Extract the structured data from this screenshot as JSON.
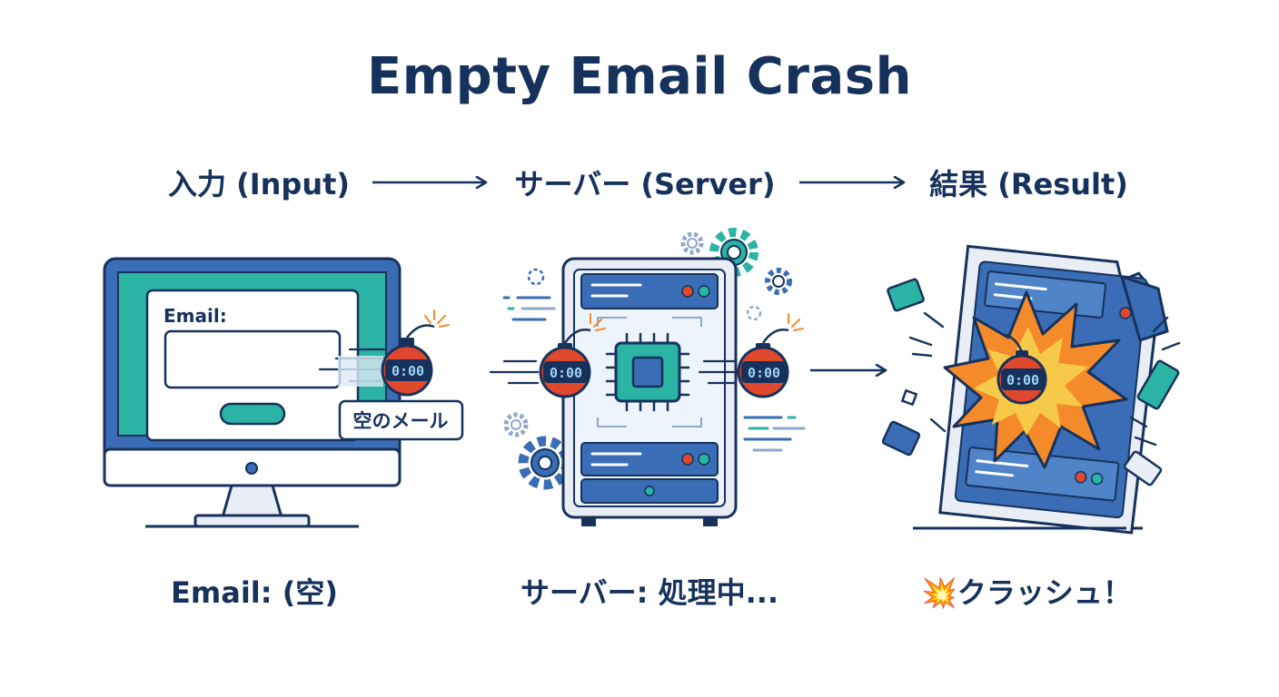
{
  "title": "Empty Email Crash",
  "stages": {
    "input": {
      "label": "入力 (Input)",
      "caption": "Email: (空)"
    },
    "server": {
      "label": "サーバー (Server)",
      "caption": "サーバー: 処理中..."
    },
    "result": {
      "label": "結果 (Result)",
      "caption_icon": "💥",
      "caption": "クラッシュ！"
    }
  },
  "form": {
    "email_label": "Email:",
    "email_value": "",
    "tag": "空のメール"
  },
  "bomb_timer": "0:00",
  "colors": {
    "navy": "#16325c",
    "blue": "#3a6db5",
    "teal": "#2bb3a3",
    "bomb_red": "#e0482d",
    "explosion_orange": "#f58a2a",
    "explosion_yellow": "#f7c948"
  },
  "icons": [
    "monitor-icon",
    "bomb-icon",
    "server-icon",
    "cpu-icon",
    "gear-icon",
    "broken-server-icon",
    "explosion-icon",
    "arrow-right-icon"
  ]
}
